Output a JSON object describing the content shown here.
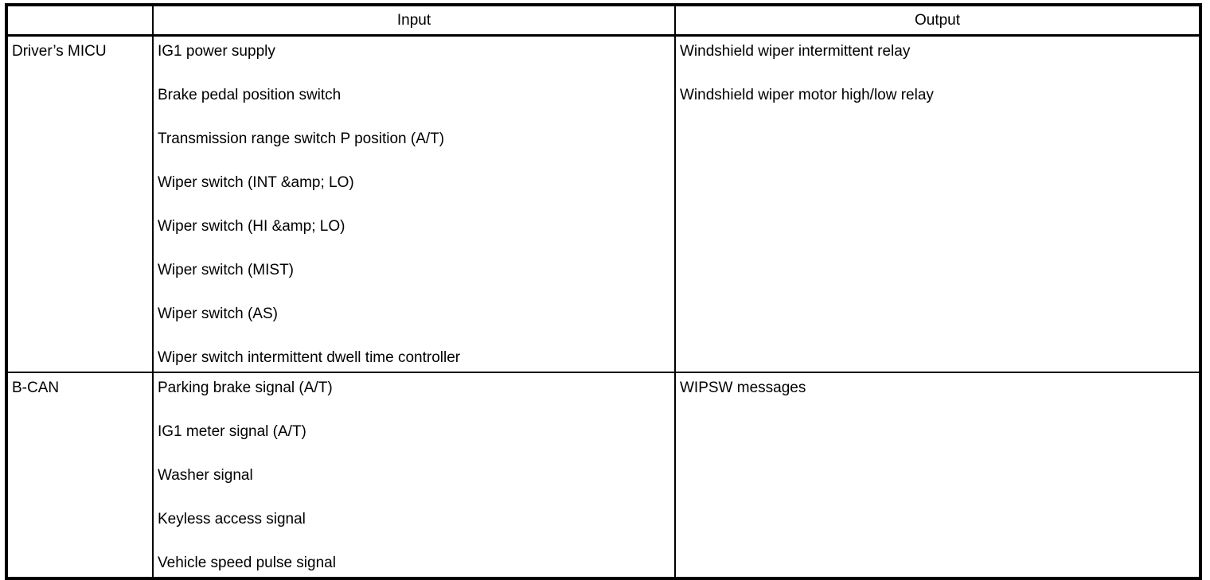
{
  "table": {
    "headers": {
      "source": "",
      "input": "Input",
      "output": "Output"
    },
    "rows": [
      {
        "source": "Driver’s MICU",
        "inputs": [
          "IG1 power supply",
          "Brake pedal position switch",
          "Transmission range switch P position (A/T)",
          "Wiper switch (INT &amp; LO)",
          "Wiper switch (HI &amp; LO)",
          "Wiper switch (MIST)",
          "Wiper switch (AS)",
          "Wiper switch intermittent dwell time controller"
        ],
        "outputs": [
          "Windshield wiper intermittent relay",
          "Windshield wiper motor high/low relay"
        ]
      },
      {
        "source": "B-CAN",
        "inputs": [
          "Parking brake signal (A/T)",
          "IG1 meter signal (A/T)",
          "Washer signal",
          "Keyless access signal",
          "Vehicle speed pulse signal"
        ],
        "outputs": [
          "WIPSW messages"
        ]
      }
    ],
    "colors": {
      "border": "#000000",
      "background": "#ffffff",
      "text": "#000000"
    }
  }
}
